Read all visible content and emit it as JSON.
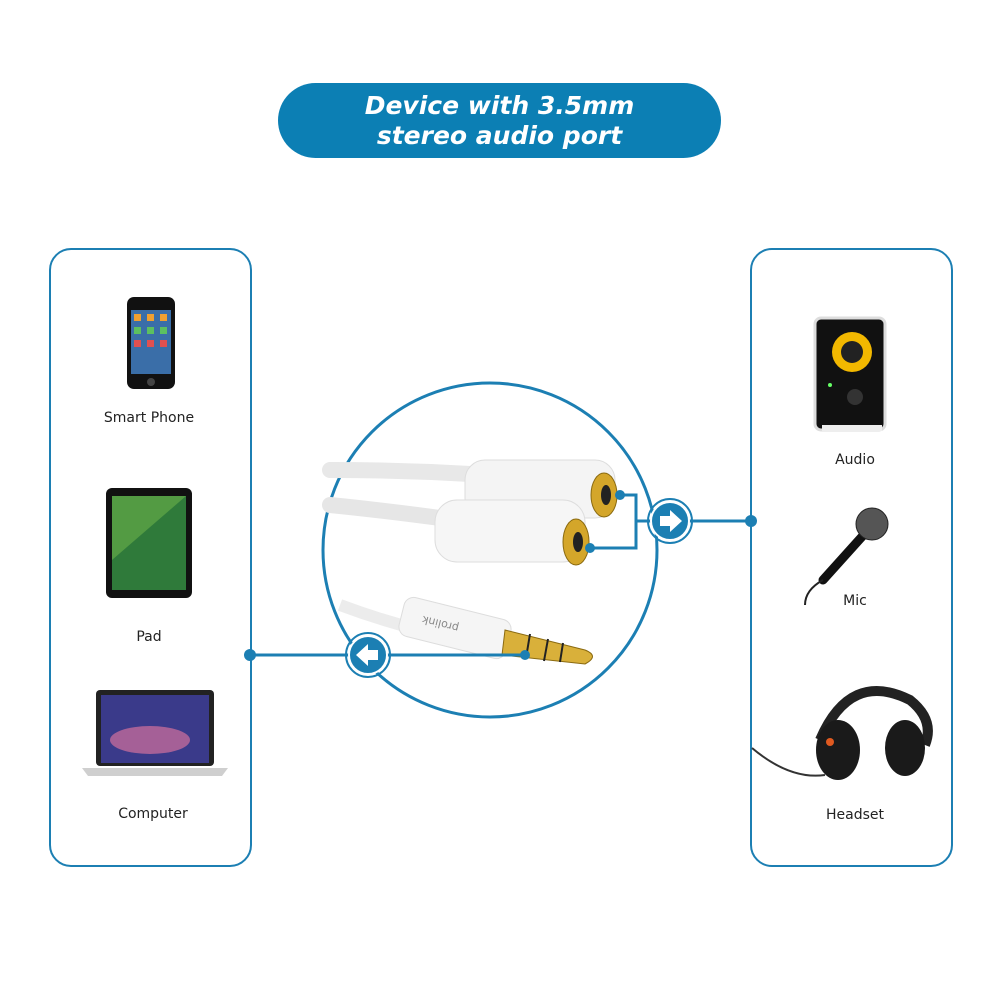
{
  "title": {
    "line1": "Device with 3.5mm",
    "line2": "stereo audio port"
  },
  "left_devices": [
    {
      "label": "Smart Phone",
      "icon": "smartphone-icon"
    },
    {
      "label": "Pad",
      "icon": "tablet-icon"
    },
    {
      "label": "Computer",
      "icon": "laptop-icon"
    }
  ],
  "right_devices": [
    {
      "label": "Audio",
      "icon": "speaker-icon"
    },
    {
      "label": "Mic",
      "icon": "microphone-icon"
    },
    {
      "label": "Headset",
      "icon": "headphones-icon"
    }
  ],
  "cable_brand": "prolink",
  "colors": {
    "accent": "#0c7fb4",
    "line": "#1c7fb3",
    "gold": "#d4a62a"
  }
}
